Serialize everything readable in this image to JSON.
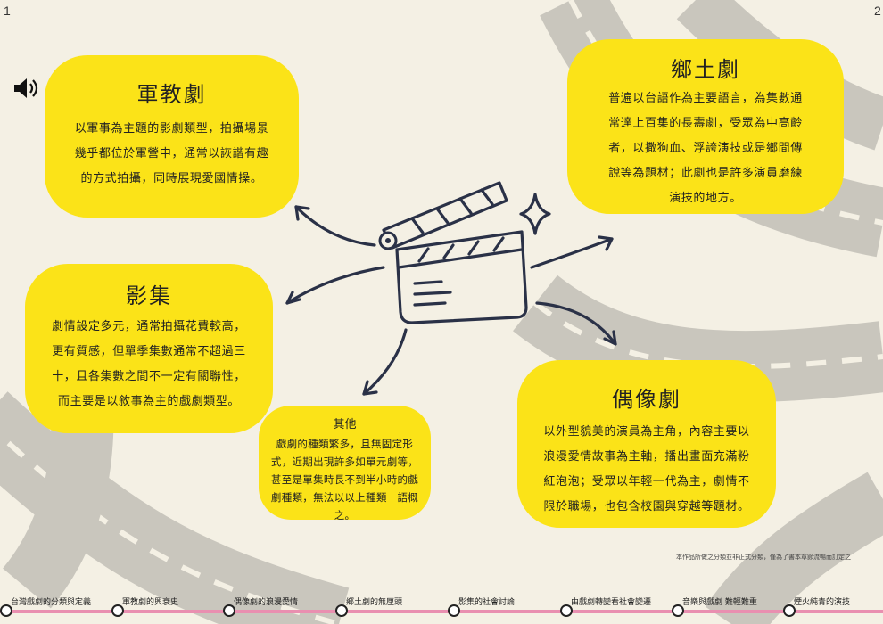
{
  "page_numbers": {
    "left": "1",
    "right": "2"
  },
  "bubbles": {
    "military": {
      "title": "軍教劇",
      "lines": [
        "以軍事為主題的影劇類型，拍攝場景",
        "幾乎都位於軍營中，通常以詼諧有趣",
        "的方式拍攝，同時展現愛國情操。"
      ]
    },
    "series": {
      "title": "影集",
      "lines": [
        "劇情設定多元，通常拍攝花費較高，",
        "更有質感，但單季集數通常不超過三",
        "十，且各集數之間不一定有關聯性，",
        "而主要是以敘事為主的戲劇類型。"
      ]
    },
    "other": {
      "title": "其他",
      "lines": [
        "戲劇的種類繁多，且無固定形",
        "式，近期出現許多如單元劇等，",
        "甚至是單集時長不到半小時的戲",
        "劇種類，無法以以上種類一語概",
        "之。"
      ]
    },
    "local": {
      "title": "鄉土劇",
      "lines": [
        "普遍以台語作為主要語言，為集數通",
        "常達上百集的長壽劇，受眾為中高齡",
        "者，以撒狗血、浮誇演技或是鄉間傳",
        "說等為題材；此劇也是許多演員磨練",
        "演技的地方。"
      ]
    },
    "idol": {
      "title": "偶像劇",
      "lines": [
        "以外型貌美的演員為主角，內容主要以",
        "浪漫愛情故事為主軸，播出畫面充滿粉",
        "紅泡泡；受眾以年輕一代為主，劇情不",
        "限於職場，也包含校園與穿越等題材。"
      ]
    }
  },
  "footnote": "本作品所做之分類並非正式分類，僅為了書本章節流暢而訂定之",
  "timeline": [
    "台灣戲劇的分類與定義",
    "軍教劇的興衰史",
    "偶像劇的浪漫愛情",
    "鄉土劇的無厘頭",
    "影集的社會討論",
    "由戲劇轉變看社會變遷",
    "音樂與戲劇 難輕難重",
    "煙火純青的演技"
  ]
}
